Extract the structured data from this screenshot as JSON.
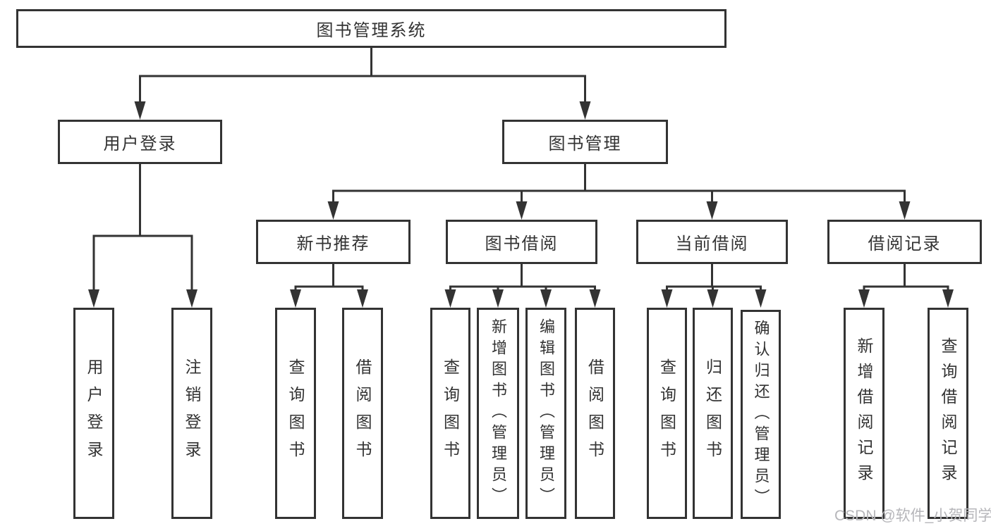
{
  "diagram": {
    "root": {
      "label": "图书管理系统"
    },
    "level2": {
      "user_login": {
        "label": "用户登录"
      },
      "book_mgmt": {
        "label": "图书管理"
      }
    },
    "level3": {
      "new_books": {
        "label": "新书推荐"
      },
      "book_borrow": {
        "label": "图书借阅"
      },
      "current_borrow": {
        "label": "当前借阅"
      },
      "borrow_records": {
        "label": "借阅记录"
      }
    },
    "level4": {
      "user_login_leaf": {
        "label": "用户登录"
      },
      "logout": {
        "label": "注销登录"
      },
      "nb_query": {
        "label": "查询图书"
      },
      "nb_borrow": {
        "label": "借阅图书"
      },
      "bb_query": {
        "label": "查询图书"
      },
      "bb_add": {
        "label": "新增图书（管理员）"
      },
      "bb_edit": {
        "label": "编辑图书（管理员）"
      },
      "bb_borrow": {
        "label": "借阅图书"
      },
      "cb_query": {
        "label": "查询图书"
      },
      "cb_return": {
        "label": "归还图书"
      },
      "cb_confirm": {
        "label": "确认归还（管理员）"
      },
      "br_add": {
        "label": "新增借阅记录"
      },
      "br_query": {
        "label": "查询借阅记录"
      }
    }
  },
  "watermark": {
    "text": "CSDN @软件_小贺同学"
  },
  "colors": {
    "line": "#333333",
    "text": "#333333",
    "box_background": "#ffffff",
    "watermark": "#b6b6ba"
  }
}
